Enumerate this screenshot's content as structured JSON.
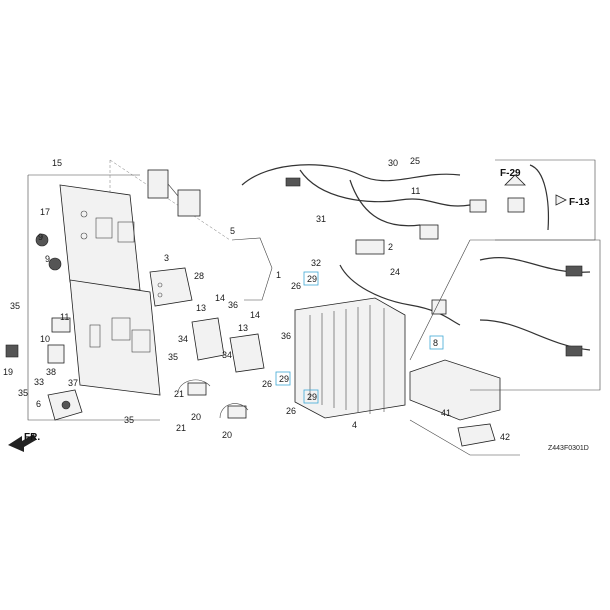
{
  "diagram_code": "Z443F0301D",
  "front_label": "FR.",
  "refs": {
    "f29": "F-29",
    "f13": "F-13"
  },
  "labels": {
    "p1": "1",
    "p2": "2",
    "p3": "3",
    "p4": "4",
    "p5": "5",
    "p6": "6",
    "p8": "8",
    "p9a": "9",
    "p9b": "9",
    "p10": "10",
    "p11": "11",
    "p13a": "13",
    "p13b": "13",
    "p14a": "14",
    "p14b": "14",
    "p15": "15",
    "p17": "17",
    "p19": "19",
    "p20a": "20",
    "p20b": "20",
    "p21a": "21",
    "p21b": "21",
    "p24": "24",
    "p25": "25",
    "p26a": "26",
    "p26b": "26",
    "p26c": "26",
    "p28": "28",
    "p29a": "29",
    "p29b": "29",
    "p29c": "29",
    "p30": "30",
    "p31": "31",
    "p32": "32",
    "p33": "33",
    "p34a": "34",
    "p34b": "34",
    "p35a": "35",
    "p35b": "35",
    "p35c": "35",
    "p35d": "35",
    "p36a": "36",
    "p36b": "36",
    "p37": "37",
    "p38": "38",
    "p41": "41",
    "p42": "42"
  },
  "colors": {
    "highlight_box": "#3fa9d6",
    "line": "#222222"
  }
}
